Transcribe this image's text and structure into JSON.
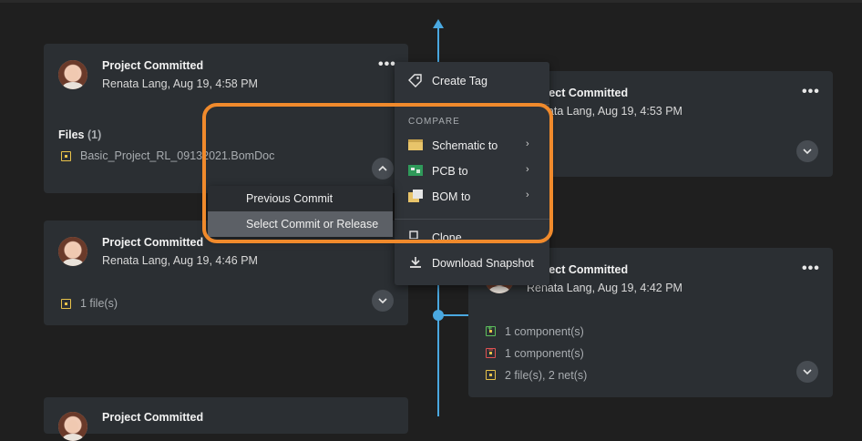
{
  "cards": [
    {
      "title": "Project Committed",
      "meta": "Renata Lang, Aug 19, 4:58 PM",
      "files_label": "Files",
      "files_count": "(1)",
      "file_name": "Basic_Project_RL_09132021.BomDoc"
    },
    {
      "title": "Project Committed",
      "meta": "Renata Lang, Aug 19, 4:46 PM",
      "summary": "1 file(s)"
    },
    {
      "title": "Project Committed",
      "meta": "Renata Lang, Aug 19, 4:53 PM"
    },
    {
      "title": "Project Committed",
      "meta": "Renata Lang, Aug 19, 4:42 PM",
      "added": "1 component(s)",
      "removed": "1 component(s)",
      "changed": "2 file(s), 2 net(s)"
    },
    {
      "title": "Project Committed"
    }
  ],
  "context_menu": {
    "create_tag": "Create Tag",
    "compare_header": "COMPARE",
    "schematic": "Schematic to",
    "pcb": "PCB to",
    "bom": "BOM to",
    "clone": "Clone",
    "download": "Download Snapshot"
  },
  "submenu": {
    "previous": "Previous Commit",
    "select": "Select Commit or Release"
  },
  "colors": {
    "timeline": "#4aa8e0",
    "highlight": "#f08a2c",
    "background": "#1f1f1f",
    "card": "#2b2f33"
  }
}
